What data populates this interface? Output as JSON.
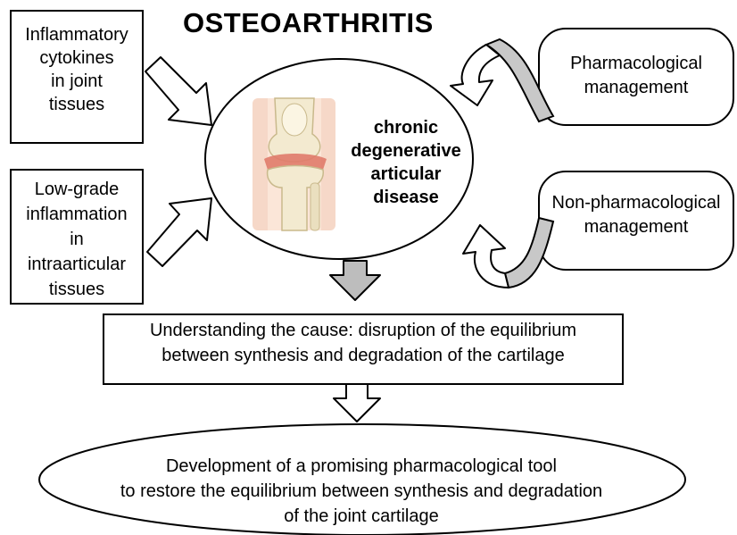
{
  "title": "OSTEOARTHRITIS",
  "left_boxes": [
    "Inflammatory\ncytokines\nin joint\ntissues",
    "Low-grade\ninflammation\nin\nintraarticular\ntissues"
  ],
  "center": {
    "text": "chronic\ndegenerative\narticular\ndisease",
    "image": "knee-joint-illustration"
  },
  "right_boxes": [
    "Pharmacological\nmanagement",
    "Non-pharmacological\nmanagement"
  ],
  "cause_box": "Understanding the cause: disruption of the equilibrium\nbetween synthesis and degradation of the cartilage",
  "outcome_ellipse": "Development of a promising pharmacological tool\nto restore the equilibrium between synthesis and degradation\nof the joint cartilage",
  "colors": {
    "stroke": "#000000",
    "curved_arrow_fill": "#c8c8c8",
    "down_arrow_fill": "#bdbdbd",
    "bone": "#f3ead0",
    "inflammation": "#e07b6a"
  }
}
